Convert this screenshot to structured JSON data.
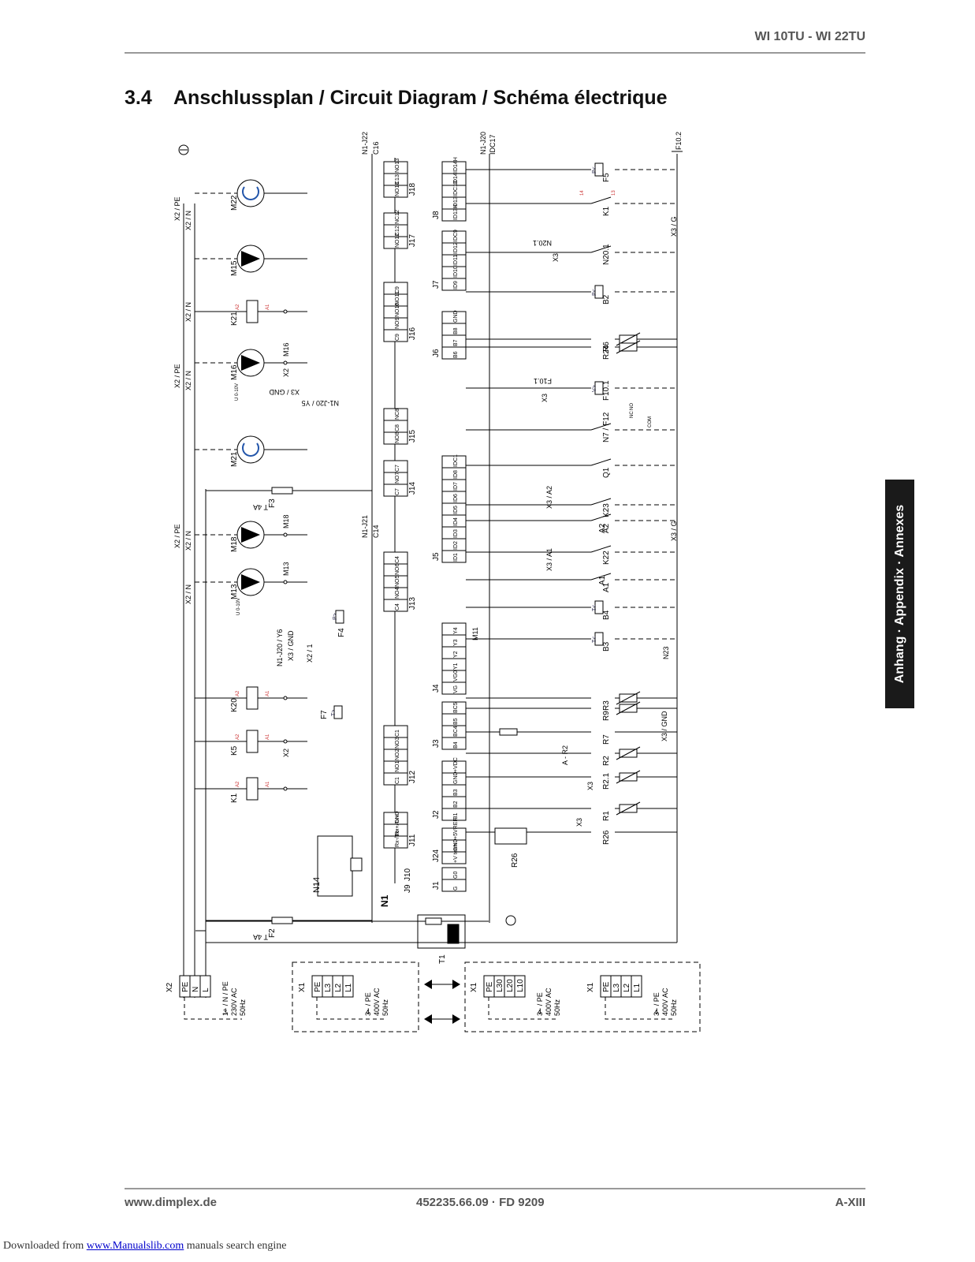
{
  "header": {
    "model": "WI 10TU - WI 22TU"
  },
  "section": {
    "number": "3.4",
    "title": "Anschlussplan / Circuit Diagram / Schéma électrique"
  },
  "side_tab": {
    "label": "Anhang · Appendix · Annexes"
  },
  "footer": {
    "website": "www.dimplex.de",
    "doc_number": "452235.66.09 · FD 9209",
    "page": "A-XIII"
  },
  "download_note": {
    "prefix": "Downloaded from",
    "link": "www.Manualslib.com",
    "suffix": "manuals search engine"
  },
  "diagram": {
    "n1_terminal_blocks": [
      {
        "name": "J18",
        "pins": [
          "NO13",
          "C13",
          "NO13"
        ]
      },
      {
        "name": "J17",
        "pins": [
          "NC12",
          "C12",
          "NO12"
        ]
      },
      {
        "name": "J16",
        "pins": [
          "C9",
          "NO11",
          "NO10",
          "NO9",
          "C9"
        ]
      },
      {
        "name": "J15",
        "pins": [
          "NC8",
          "C8",
          "NO8"
        ]
      },
      {
        "name": "J14",
        "pins": [
          "C7",
          "NO7",
          "C7"
        ]
      },
      {
        "name": "J13",
        "pins": [
          "C4",
          "NO6",
          "NO5",
          "NO4",
          "C4"
        ]
      },
      {
        "name": "J12",
        "pins": [
          "C1",
          "NO3",
          "NO2",
          "NO1",
          "C1"
        ]
      },
      {
        "name": "J11",
        "pins": [
          "GND",
          "Rx+/Tx+",
          "Rx-/Tx-"
        ]
      },
      {
        "name": "J10",
        "pins": []
      },
      {
        "name": "J9",
        "pins": []
      }
    ],
    "input_terminal_blocks": [
      {
        "name": "J8",
        "pins": [
          "ID14H",
          "ID14",
          "IDC13",
          "ID13",
          "ID13H"
        ]
      },
      {
        "name": "J7",
        "pins": [
          "IDC9",
          "ID12",
          "ID11",
          "ID10",
          "ID9"
        ]
      },
      {
        "name": "J6",
        "pins": [
          "GND",
          "B8",
          "B7",
          "B6"
        ]
      },
      {
        "name": "J5",
        "pins": [
          "IDC1",
          "ID8",
          "ID7",
          "ID6",
          "ID5",
          "ID4",
          "ID3",
          "ID2",
          "ID1"
        ]
      },
      {
        "name": "J4",
        "pins": [
          "Y4",
          "Y3",
          "Y2",
          "Y1",
          "VG0",
          "VG"
        ]
      },
      {
        "name": "J3",
        "pins": [
          "BC5",
          "B5",
          "BC4",
          "B4"
        ]
      },
      {
        "name": "J2",
        "pins": [
          "+VDC",
          "GND",
          "B3",
          "B2",
          "B1"
        ]
      },
      {
        "name": "J24",
        "pins": [
          "+5VREF",
          "GND",
          "+V term"
        ]
      },
      {
        "name": "J1",
        "pins": [
          "G0",
          "G"
        ]
      }
    ],
    "left_components": [
      {
        "id": "M22",
        "type": "motor-arrow"
      },
      {
        "id": "M15",
        "type": "pump"
      },
      {
        "id": "K21",
        "type": "relay"
      },
      {
        "id": "M16",
        "type": "pump"
      },
      {
        "id": "M21",
        "type": "motor-arrow"
      },
      {
        "id": "F3",
        "type": "fuse",
        "rating": "T 4A"
      },
      {
        "id": "M18",
        "type": "pump"
      },
      {
        "id": "M13",
        "type": "pump"
      },
      {
        "id": "K20",
        "type": "relay"
      },
      {
        "id": "K5",
        "type": "relay"
      },
      {
        "id": "K1",
        "type": "relay"
      },
      {
        "id": "F2",
        "type": "fuse",
        "rating": "T 4A"
      }
    ],
    "right_components": [
      {
        "id": "F5",
        "type": "pressure-switch",
        "symbol": "P<"
      },
      {
        "id": "K1",
        "type": "contact"
      },
      {
        "id": "N20.1",
        "type": "contact"
      },
      {
        "id": "B2",
        "type": "pressure-switch",
        "symbol": "P<"
      },
      {
        "id": "R6",
        "type": "sensor"
      },
      {
        "id": "R24",
        "type": "sensor"
      },
      {
        "id": "F10.1",
        "type": "flow-switch",
        "symbol": "V>"
      },
      {
        "id": "N7 / F12",
        "type": "contact"
      },
      {
        "id": "Q1",
        "type": "contact"
      },
      {
        "id": "K23",
        "type": "contact"
      },
      {
        "id": "A2",
        "type": "contact"
      },
      {
        "id": "K22",
        "type": "contact"
      },
      {
        "id": "A1",
        "type": "contact"
      },
      {
        "id": "B4",
        "type": "thermostat",
        "symbol": "T<"
      },
      {
        "id": "B3",
        "type": "thermostat",
        "symbol": "T<"
      },
      {
        "id": "R9",
        "type": "sensor"
      },
      {
        "id": "R7",
        "type": "resistor"
      },
      {
        "id": "R3",
        "type": "sensor"
      },
      {
        "id": "R2",
        "type": "sensor"
      },
      {
        "id": "R2.1",
        "type": "sensor"
      },
      {
        "id": "R1",
        "type": "sensor"
      },
      {
        "id": "R26",
        "type": "transducer"
      }
    ],
    "wire_labels": {
      "n1_j22": "N1-J22",
      "c16": "C16",
      "n1_j20": "N1-J20",
      "idc17": "IDC17",
      "f10_2": "F10.2",
      "x2_pe": "X2 / PE",
      "x2_n": "X2 / N",
      "x3_g": "X3 / G",
      "x3_gnd": "X3 / GND",
      "n1_j20_y5": "N1-J20 / Y5",
      "n1_j20_y6": "N1-J20 / Y6",
      "n1_j21": "N1-J21",
      "c14": "C14",
      "x2_1": "X2 / 1",
      "x2": "X2",
      "x3": "X3",
      "x3_a1": "X3 / A1",
      "x3_a2": "X3 / A2",
      "a_r2": "A - R2",
      "n23": "N23",
      "m11": "M11",
      "u_0_10v": "U 0-10V",
      "a1": "A1",
      "a2": "A2",
      "nc": "NC",
      "no": "NO",
      "com": "COM"
    },
    "controller": {
      "id": "N1"
    },
    "display": {
      "id": "N14"
    },
    "transformer": {
      "id": "T1"
    },
    "supply_terminals": [
      {
        "id": "X2",
        "pins": [
          "PE",
          "N",
          "L"
        ],
        "cable": "3",
        "spec": [
          "1~ / N / PE",
          "230V AC",
          "50Hz"
        ]
      },
      {
        "id": "X1",
        "pins": [
          "PE",
          "L3",
          "L2",
          "L1"
        ],
        "cable": "4",
        "spec": [
          "3~ / PE",
          "400V AC",
          "50Hz"
        ]
      },
      {
        "id": "X1",
        "pins": [
          "PE",
          "L30",
          "L20",
          "L10"
        ],
        "cable": "4",
        "spec": [
          "3~ / PE",
          "400V AC",
          "50Hz"
        ]
      },
      {
        "id": "X1",
        "pins": [
          "PE",
          "L3",
          "L2",
          "L1"
        ],
        "cable": "4",
        "spec": [
          "3~ / PE",
          "400V AC",
          "50Hz"
        ]
      }
    ]
  }
}
